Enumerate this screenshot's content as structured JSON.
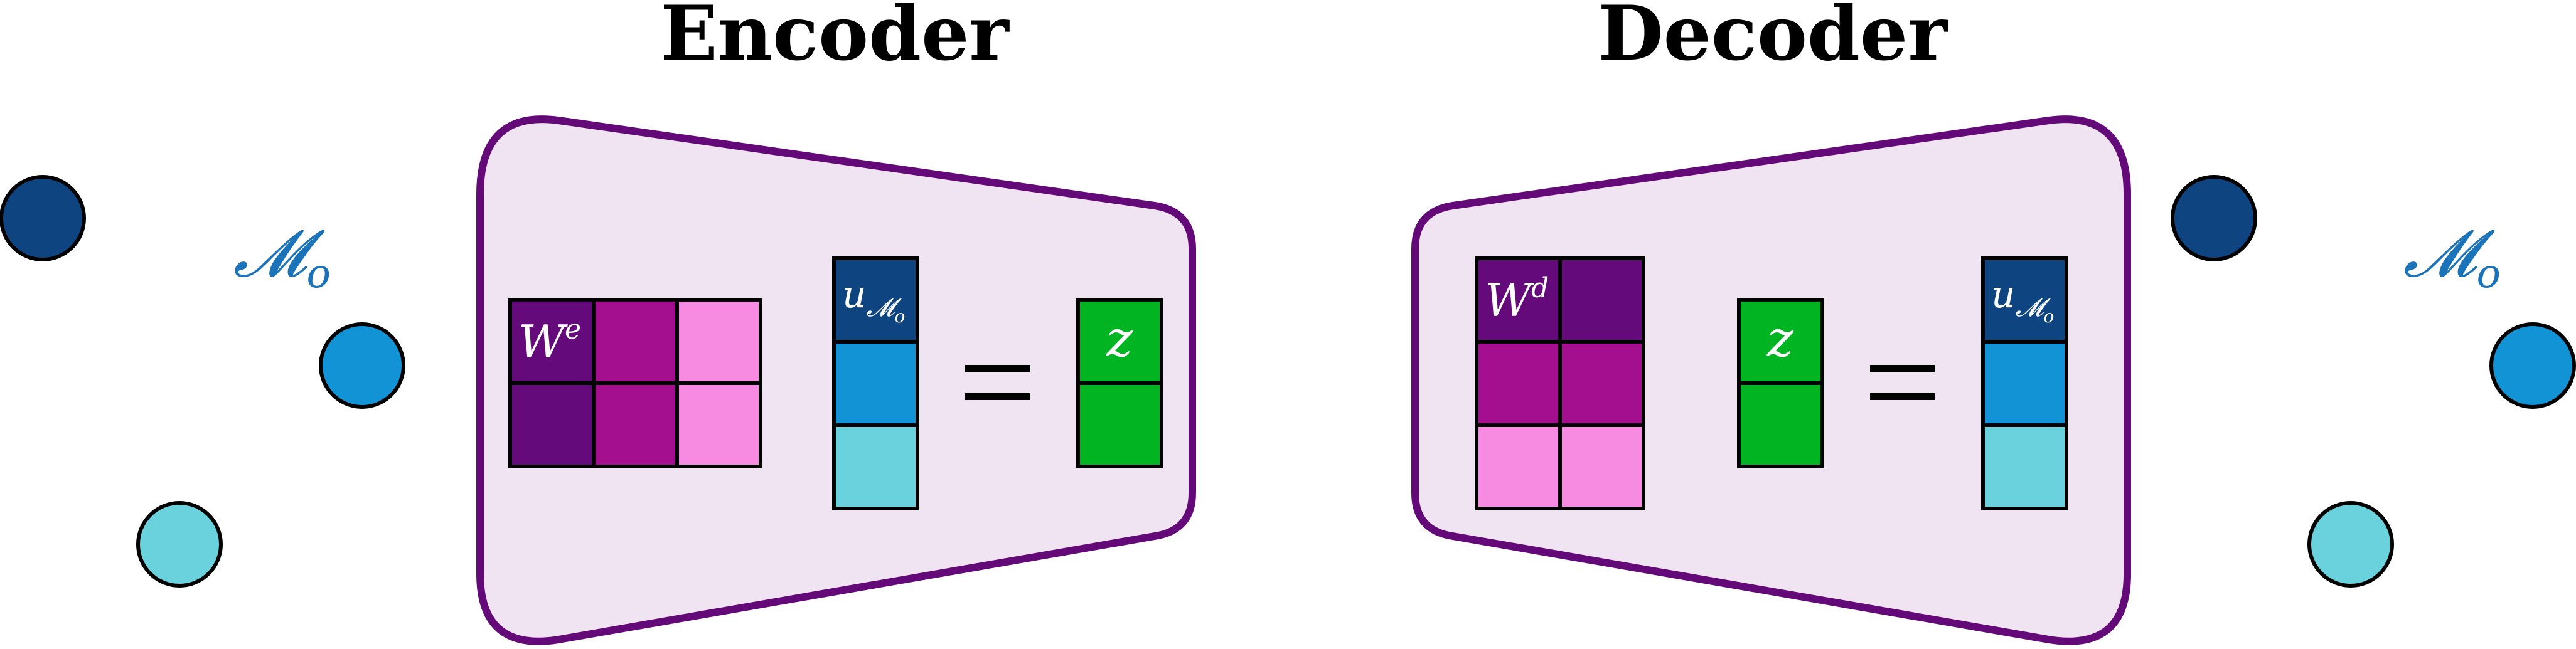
{
  "encoder": {
    "title": "Encoder",
    "weight_label": "W",
    "weight_sup": "e",
    "vector_label": "u",
    "vector_sub": "𝓜",
    "vector_subsub": "o",
    "output_label": "z",
    "equals": "="
  },
  "decoder": {
    "title": "Decoder",
    "weight_label": "W",
    "weight_sup": "d",
    "input_label": "z",
    "vector_label": "u",
    "vector_sub": "𝓜",
    "vector_subsub": "o",
    "equals": "="
  },
  "manifold_left": {
    "label": "𝓜",
    "sub": "o"
  },
  "manifold_right": {
    "label": "𝓜",
    "sub": "o"
  },
  "colors": {
    "dark_blue": "#0e4580",
    "mid_blue": "#1293d6",
    "light_cyan": "#6ad2dc",
    "dark_purple": "#650a7a",
    "magenta": "#a30f8e",
    "pink": "#f78ae1",
    "green": "#00b521",
    "trapezoid_fill": "#f1e4f2",
    "trapezoid_stroke": "#640a78",
    "manifold_text": "#1a73b8"
  }
}
